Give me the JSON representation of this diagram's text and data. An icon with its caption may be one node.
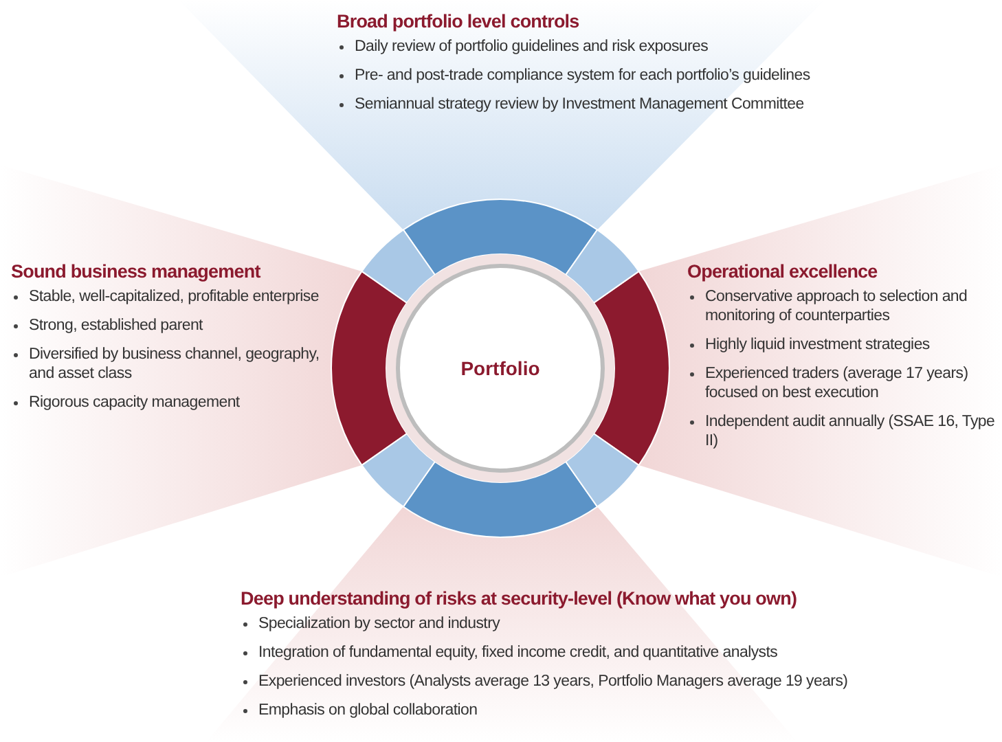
{
  "diagram": {
    "nodes": [
      {
        "text": [
          "Portfolio"
        ]
      },
      {
        "text": [
          "Broad portfolio level controls",
          "Daily review of portfolio guidelines and risk exposures",
          "Pre- and post-trade compliance system for each portfolio’s guidelines",
          "Semiannual strategy review by Investment Management Committee"
        ]
      },
      {
        "text": [
          "Sound business management",
          "Stable, well-capitalized, profitable enterprise",
          "Strong, established parent",
          "Diversified by business channel, geography, and asset class",
          "Rigorous capacity management"
        ]
      },
      {
        "text": [
          "Operational excellence",
          "Conservative approach to selection and monitoring of counterparties",
          "Highly liquid investment strategies",
          "Experienced traders (average 17 years) focused on best execution",
          "Independent audit annually (SSAE 16, Type II)"
        ]
      },
      {
        "text": [
          "Deep understanding of risks at security-level (Know what you own)",
          "Specialization by sector and industry",
          "Integration of fundamental equity, fixed income credit, and quantitative analysts",
          "Experienced investors (Analysts average 13 years, Portfolio Managers average 19 years)",
          "Emphasis on global collaboration"
        ]
      }
    ],
    "edges": []
  }
}
